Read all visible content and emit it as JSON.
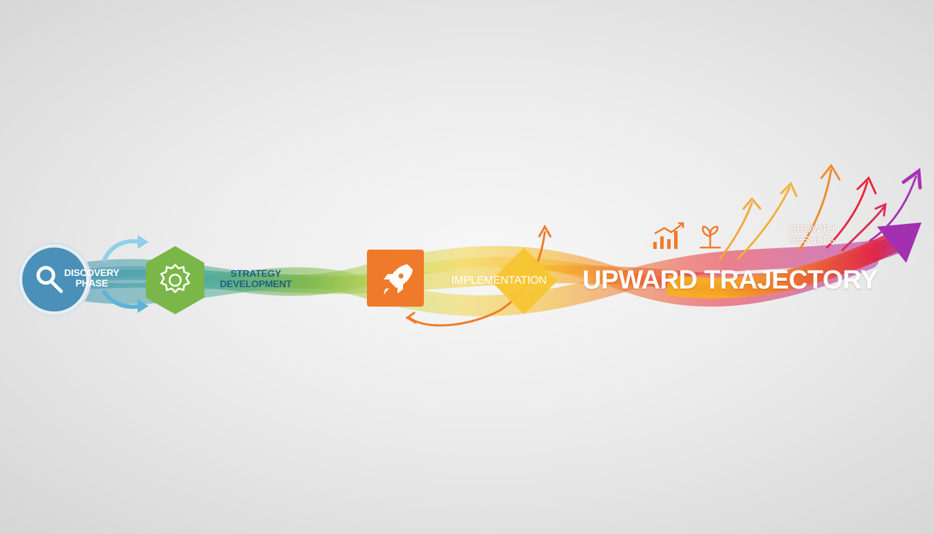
{
  "stages": {
    "discovery": {
      "label": "DISCOVERY\nPHASE",
      "icon": "magnifier-icon",
      "color": "#4a90b8"
    },
    "strategy": {
      "label": "STRATEGY\nDEVELOPMENT",
      "icon": "gear-icon",
      "color": "#7ab648"
    },
    "implementation": {
      "label": "IMPLEMENTATION",
      "icon": "rocket-icon",
      "color": "#ef7b2a",
      "diamond_color": "#f7c531"
    },
    "outcome": {
      "label": "UPWARD TRAJECTORY",
      "color": "#e8263a"
    },
    "growth": {
      "label": "GROWTH\nRESULTS",
      "icons": [
        "bar-chart-icon",
        "seedling-icon"
      ]
    }
  },
  "palette": [
    "#3f8fb5",
    "#47a7a0",
    "#7ab648",
    "#f3d64a",
    "#f7a21a",
    "#ef6a2a",
    "#e8263a",
    "#c2268a",
    "#9b2fb6"
  ]
}
